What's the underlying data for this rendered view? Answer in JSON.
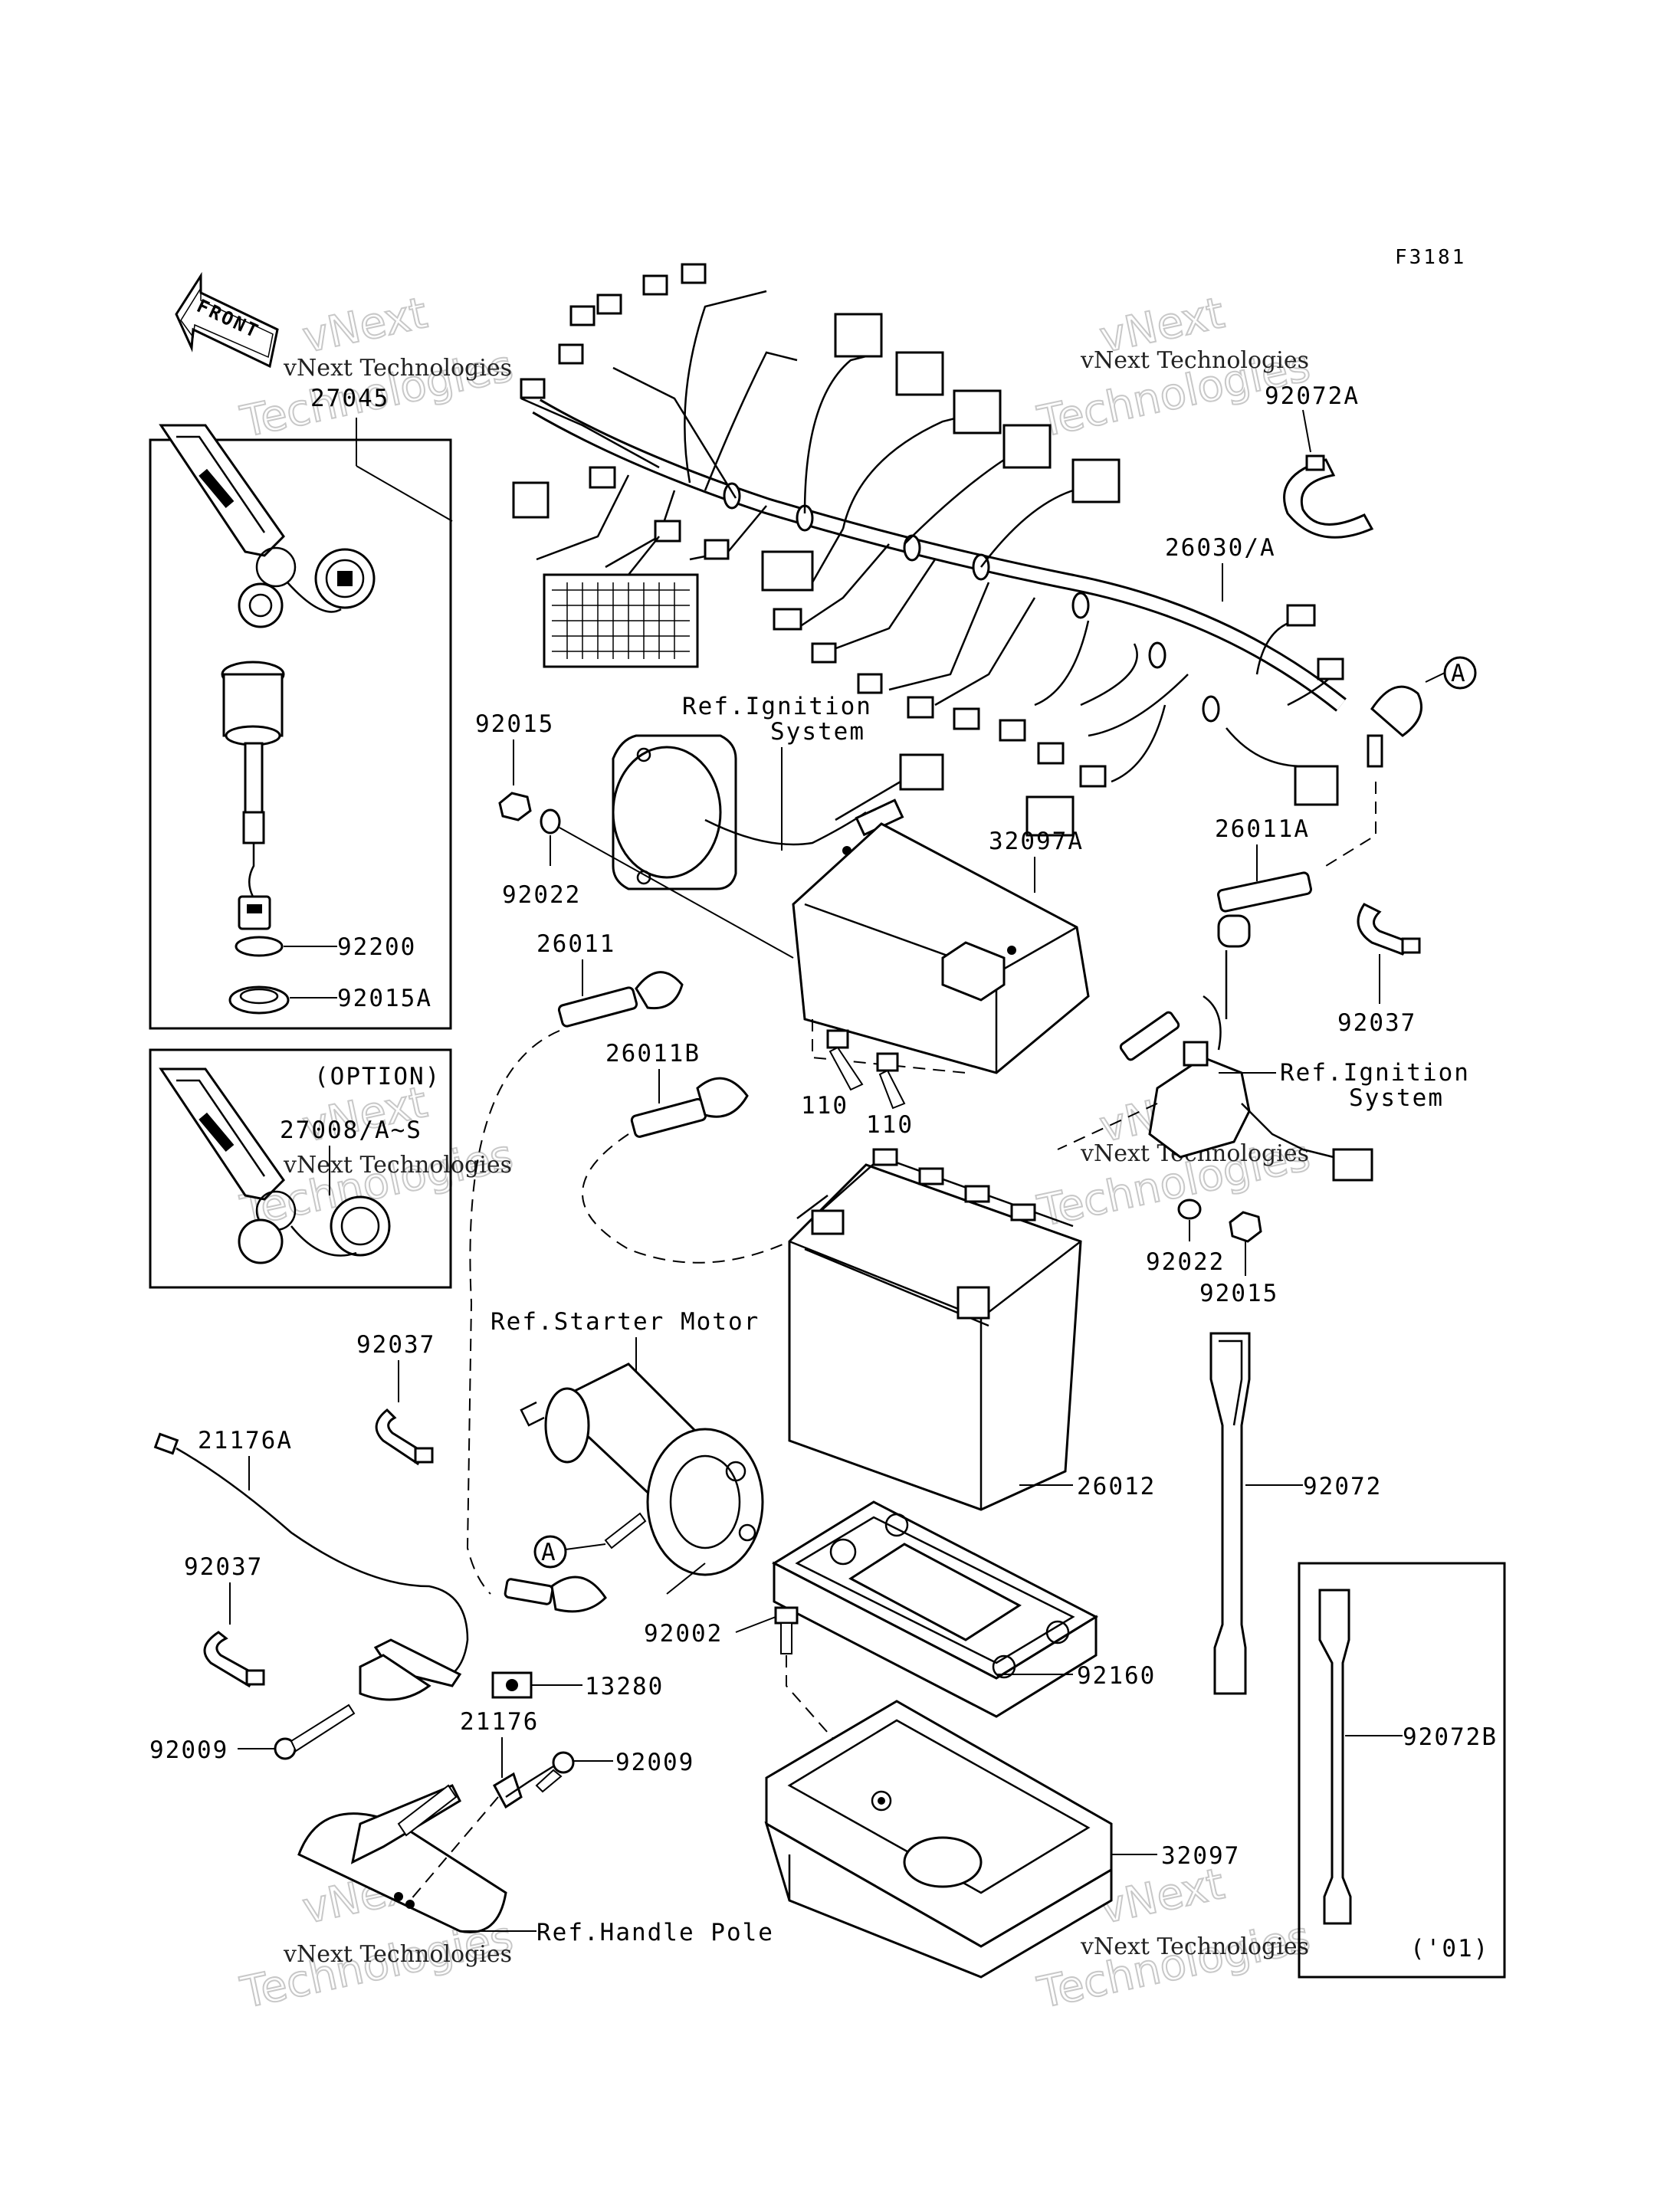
{
  "figure_code": "F3181",
  "front_label": "FRONT",
  "watermark": {
    "line1": "vNext",
    "line2": "Technologies",
    "caption": "vNext Technologies"
  },
  "option_label": "(OPTION)",
  "year_label": "('01)",
  "references": {
    "ignition_1": {
      "line1": "Ref.Ignition",
      "line2": "System"
    },
    "ignition_2": {
      "line1": "Ref.Ignition",
      "line2": "System"
    },
    "starter_motor": "Ref.Starter Motor",
    "handle_pole": "Ref.Handle Pole"
  },
  "callout_marker": "A",
  "parts": {
    "p27045": "27045",
    "p92200": "92200",
    "p92015A": "92015A",
    "p27008": "27008/A~S",
    "p92072A": "92072A",
    "p26030": "26030/A",
    "p92015_top": "92015",
    "p92022_top": "92022",
    "p32097A": "32097A",
    "p26011A": "26011A",
    "p92037_right": "92037",
    "p26011": "26011",
    "p26011B": "26011B",
    "p110_a": "110",
    "p110_b": "110",
    "p92022_bottom": "92022",
    "p92015_bottom": "92015",
    "p92037_left": "92037",
    "p21176A": "21176A",
    "p26012": "26012",
    "p92072": "92072",
    "p92037_lower": "92037",
    "p92002": "92002",
    "p92160": "92160",
    "p13280": "13280",
    "p92009_left": "92009",
    "p21176": "21176",
    "p92009_right": "92009",
    "p32097": "32097",
    "p92072B": "92072B"
  }
}
